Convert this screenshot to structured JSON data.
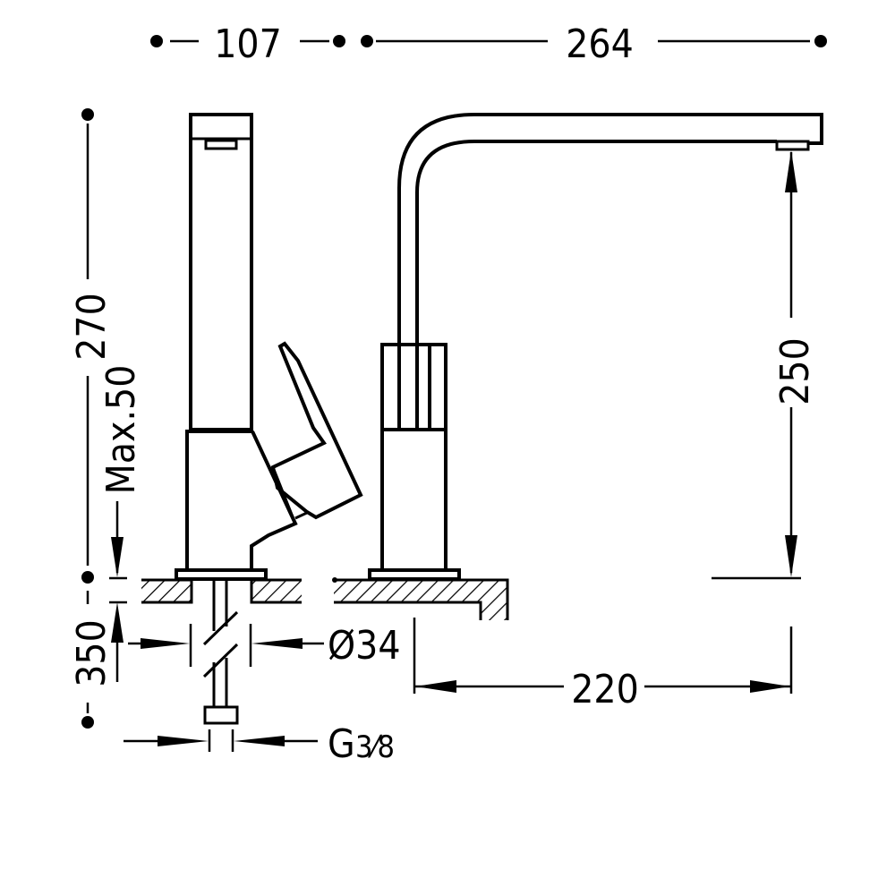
{
  "dimensions": {
    "base_depth": "107",
    "spout_reach": "264",
    "total_height": "270",
    "max_counter_thickness": "Max.50",
    "hose_length": "350",
    "hole_diameter": "Ø34",
    "connection_thread": "G",
    "connection_thread_fraction": "3⁄8",
    "spout_height": "250",
    "spout_projection": "220"
  },
  "colors": {
    "line": "#000000",
    "background": "#ffffff"
  }
}
